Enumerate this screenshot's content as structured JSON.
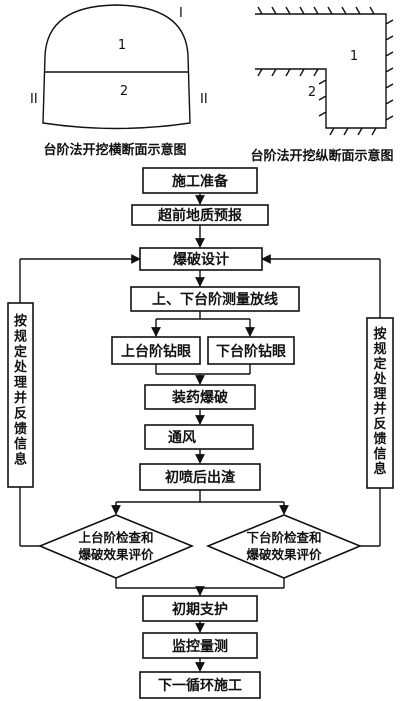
{
  "cross_section": {
    "upper_label": "1",
    "lower_label": "2",
    "roman_top": "I",
    "roman_left": "II",
    "roman_right": "II",
    "caption": "台阶法开挖横断面示意图"
  },
  "longitudinal_section": {
    "upper_label": "1",
    "lower_label": "2",
    "caption": "台阶法开挖纵断面示意图"
  },
  "flow": {
    "step1": "施工准备",
    "step2": "超前地质预报",
    "step3": "爆破设计",
    "step4": "上、下台阶测量放线",
    "step5a": "上台阶钻眼",
    "step5b": "下台阶钻眼",
    "step6": "装药爆破",
    "step7": "通风",
    "step8": "初喷后出渣",
    "decision_left_line1": "上台阶检查和",
    "decision_left_line2": "爆破效果评价",
    "decision_right_line1": "下台阶检查和",
    "decision_right_line2": "爆破效果评价",
    "step9": "初期支护",
    "step10": "监控量测",
    "step11": "下一循环施工",
    "feedback_left": [
      "按",
      "规",
      "定",
      "处",
      "理",
      "并",
      "反",
      "馈",
      "信",
      "息"
    ],
    "feedback_right": [
      "按",
      "规",
      "定",
      "处",
      "理",
      "并",
      "反",
      "馈",
      "信",
      "息"
    ]
  }
}
